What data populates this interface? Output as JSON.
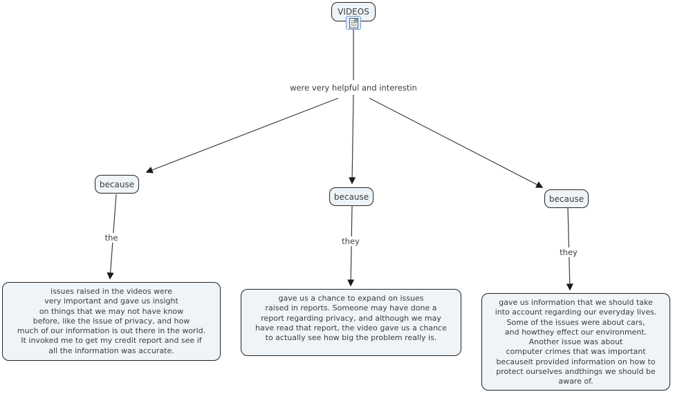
{
  "diagram": {
    "root": {
      "label": "VIDEOS"
    },
    "main_link": {
      "label": "were very helpful and interestin"
    },
    "because_nodes": [
      {
        "label": "because"
      },
      {
        "label": "because"
      },
      {
        "label": "because"
      }
    ],
    "edge_labels": [
      {
        "label": "the"
      },
      {
        "label": "they"
      },
      {
        "label": "they"
      }
    ],
    "statements": [
      {
        "text": "issues raised in the videos were\nvery important and gave us insight\non things that we may not have know\nbefore, like the issue of privacy, and how\nmuch of our information is out there in the world.\nIt invoked me to get my credit report and see if\nall the information was accurate."
      },
      {
        "text": "gave us a chance to expand on issues\nraised in reports. Someone may have done a\nreport regarding privacy, and although we may\nhave read that report, the video gave us a chance\nto actually see how big the problem really is."
      },
      {
        "text": "gave us information that we should take\ninto account regarding our everyday lives.\nSome of the issues were about cars,\nand howthey effect our environment.\nAnother issue was about\ncomputer crimes that was important\nbecauseit provided information on how to\nprotect ourselves andthings we should be\naware of."
      }
    ]
  },
  "icons": {
    "resource": "attached-resource-document-icon"
  },
  "colors": {
    "node_fill": "#eef4f8",
    "node_border": "#222222",
    "text": "#3c3c3c",
    "line": "#3a3a3a",
    "icon_border": "#6b9bd2"
  }
}
